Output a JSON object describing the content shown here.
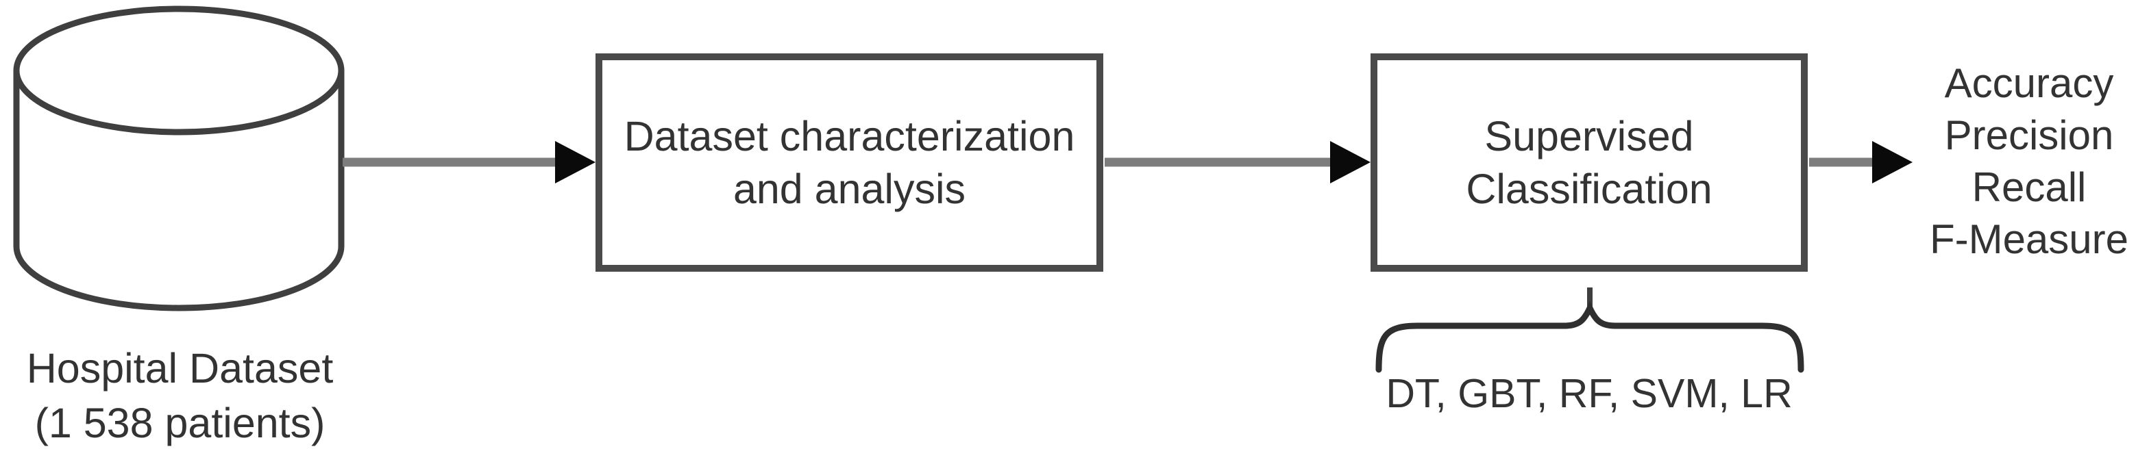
{
  "diagram": {
    "database": {
      "label_line1": "Hospital Dataset",
      "label_line2": "(1 538 patients)"
    },
    "steps": [
      {
        "id": "dataset-characterization",
        "label_line1": "Dataset characterization",
        "label_line2": "and analysis"
      },
      {
        "id": "supervised-classification",
        "label_line1": "Supervised",
        "label_line2": "Classification"
      }
    ],
    "outputs": [
      "Accuracy",
      "Precision",
      "Recall",
      "F-Measure"
    ],
    "algorithms": "DT, GBT, RF, SVM, LR",
    "colors": {
      "background": "#ffffff",
      "shape_stroke": "#3f3f3f",
      "box_border": "#4a4a4a",
      "arrow_shaft": "#7d7d7d",
      "arrow_head": "#0a0a0a",
      "text": "#333333"
    }
  }
}
